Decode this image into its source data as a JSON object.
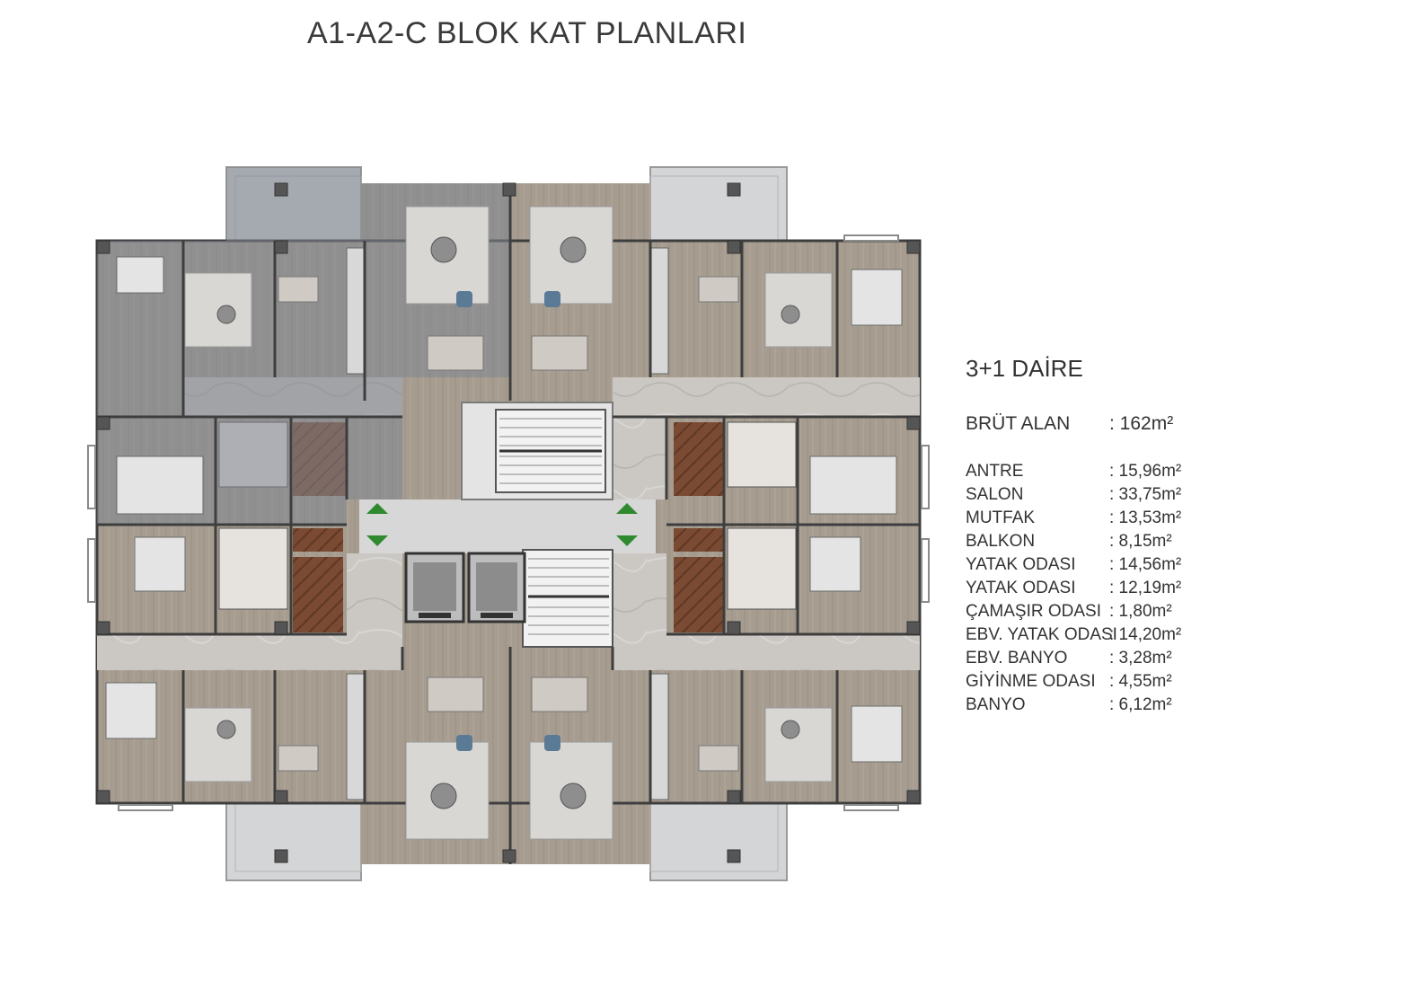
{
  "title": "A1-A2-C BLOK KAT PLANLARI",
  "unit": {
    "type": "3+1 DAİRE",
    "gross": {
      "label": "BRÜT ALAN",
      "value": ": 162m²"
    },
    "rooms": [
      {
        "label": "ANTRE",
        "value": ": 15,96m²"
      },
      {
        "label": "SALON",
        "value": ": 33,75m²"
      },
      {
        "label": "MUTFAK",
        "value": ": 13,53m²"
      },
      {
        "label": "BALKON",
        "value": ":   8,15m²"
      },
      {
        "label": "YATAK ODASI",
        "value": ": 14,56m²"
      },
      {
        "label": "YATAK ODASI",
        "value": ": 12,19m²"
      },
      {
        "label": "ÇAMAŞIR ODASI",
        "value": ":   1,80m²"
      },
      {
        "label": "EBV. YATAK ODASI",
        "value": ": 14,20m²"
      },
      {
        "label": "EBV. BANYO",
        "value": ":   3,28m²"
      },
      {
        "label": "GİYİNME ODASI",
        "value": ":   4,55m²"
      },
      {
        "label": "BANYO",
        "value": ":   6,12m²"
      }
    ]
  },
  "colors": {
    "wood": "#a89f92",
    "wood_dark": "#8e857a",
    "highlight_overlay": "#7f8590",
    "balcony": "#d4d6d8",
    "marble": "#c9c7c4",
    "wall": "#3e3e3e",
    "parquet": "#7a4a32",
    "arrow": "#2f8a2f"
  }
}
